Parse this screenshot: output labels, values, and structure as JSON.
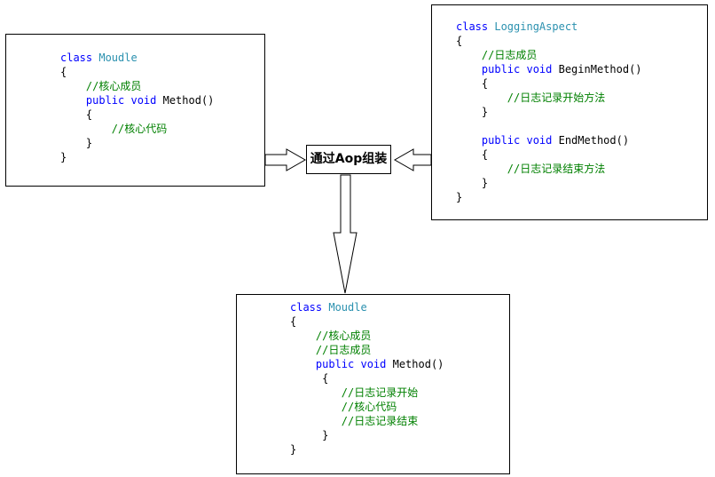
{
  "center_label": "通过Aop组装",
  "boxes": {
    "module": {
      "lines": [
        [
          {
            "t": "kw",
            "v": "class "
          },
          {
            "t": "cls",
            "v": "Moudle"
          }
        ],
        [
          {
            "t": "txt",
            "v": "{"
          }
        ],
        [
          {
            "t": "cm",
            "v": "    //核心成员"
          }
        ],
        [
          {
            "t": "kw",
            "v": "    public void "
          },
          {
            "t": "txt",
            "v": "Method()"
          }
        ],
        [
          {
            "t": "txt",
            "v": "    {"
          }
        ],
        [
          {
            "t": "cm",
            "v": "        //核心代码"
          }
        ],
        [
          {
            "t": "txt",
            "v": "    }"
          }
        ],
        [
          {
            "t": "txt",
            "v": "}"
          }
        ]
      ]
    },
    "logging": {
      "lines": [
        [
          {
            "t": "kw",
            "v": "class "
          },
          {
            "t": "cls",
            "v": "LoggingAspect"
          }
        ],
        [
          {
            "t": "txt",
            "v": "{"
          }
        ],
        [
          {
            "t": "cm",
            "v": "    //日志成员"
          }
        ],
        [
          {
            "t": "kw",
            "v": "    public void "
          },
          {
            "t": "txt",
            "v": "BeginMethod()"
          }
        ],
        [
          {
            "t": "txt",
            "v": "    {"
          }
        ],
        [
          {
            "t": "cm",
            "v": "        //日志记录开始方法"
          }
        ],
        [
          {
            "t": "txt",
            "v": "    }"
          }
        ],
        [
          {
            "t": "txt",
            "v": ""
          }
        ],
        [
          {
            "t": "kw",
            "v": "    public void "
          },
          {
            "t": "txt",
            "v": "EndMethod()"
          }
        ],
        [
          {
            "t": "txt",
            "v": "    {"
          }
        ],
        [
          {
            "t": "cm",
            "v": "        //日志记录结束方法"
          }
        ],
        [
          {
            "t": "txt",
            "v": "    }"
          }
        ],
        [
          {
            "t": "txt",
            "v": "}"
          }
        ]
      ]
    },
    "result": {
      "lines": [
        [
          {
            "t": "kw",
            "v": "class "
          },
          {
            "t": "cls",
            "v": "Moudle"
          }
        ],
        [
          {
            "t": "txt",
            "v": "{"
          }
        ],
        [
          {
            "t": "cm",
            "v": "    //核心成员"
          }
        ],
        [
          {
            "t": "cm",
            "v": "    //日志成员"
          }
        ],
        [
          {
            "t": "kw",
            "v": "    public void "
          },
          {
            "t": "txt",
            "v": "Method()"
          }
        ],
        [
          {
            "t": "txt",
            "v": "     {"
          }
        ],
        [
          {
            "t": "cm",
            "v": "        //日志记录开始"
          }
        ],
        [
          {
            "t": "cm",
            "v": "        //核心代码"
          }
        ],
        [
          {
            "t": "cm",
            "v": "        //日志记录结束"
          }
        ],
        [
          {
            "t": "txt",
            "v": "     }"
          }
        ],
        [
          {
            "t": "txt",
            "v": "}"
          }
        ]
      ]
    }
  },
  "colors": {
    "keyword": "#0000ff",
    "classname": "#2b91af",
    "comment": "#008000",
    "text": "#000000"
  }
}
